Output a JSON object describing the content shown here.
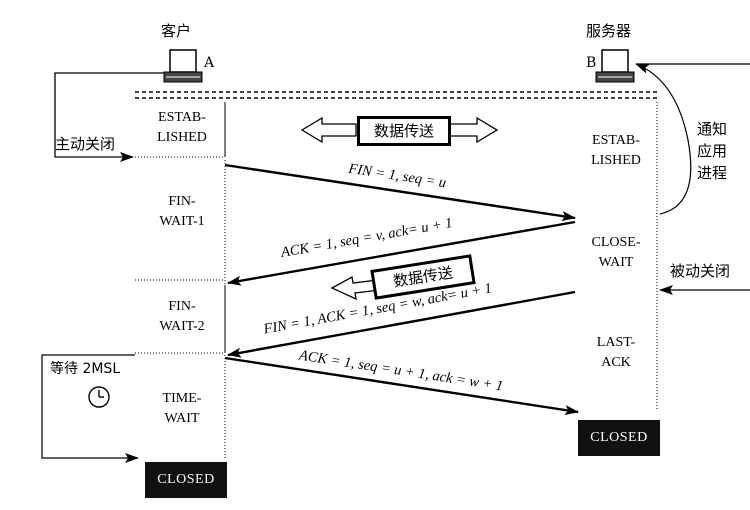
{
  "client": {
    "name": "客户",
    "letter": "A"
  },
  "server": {
    "name": "服务器",
    "letter": "B"
  },
  "client_states": [
    "ESTAB-\nLISHED",
    "FIN-\nWAIT-1",
    "FIN-\nWAIT-2",
    "TIME-\nWAIT"
  ],
  "server_states": [
    "ESTAB-\nLISHED",
    "CLOSE-\nWAIT",
    "LAST-\nACK"
  ],
  "closed_label": "CLOSED",
  "messages": [
    "FIN = 1, seq = u",
    "ACK = 1, seq = v, ack= u + 1",
    "FIN = 1, ACK = 1, seq = w, ack= u + 1",
    "ACK = 1, seq = u + 1, ack = w + 1"
  ],
  "data_transfer": "数据传送",
  "active_close": "主动关闭",
  "passive_close": "被动关闭",
  "notify_app": "通知\n应用\n进程",
  "wait_2msl": "等待 2MSL"
}
